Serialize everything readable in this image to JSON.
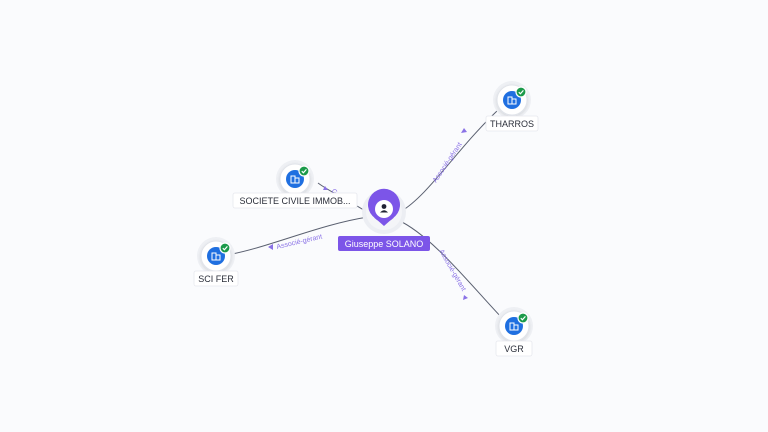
{
  "graph": {
    "center": {
      "name": "Giuseppe SOLANO",
      "icon": "person-icon",
      "color": "#7c55e8"
    },
    "companies": [
      {
        "id": "tharros",
        "name": "THARROS",
        "icon": "company-building-icon",
        "verified": true,
        "relation": "Associé-gérant"
      },
      {
        "id": "societe",
        "name": "SOCIETE CIVILE IMMOB...",
        "icon": "company-building-icon",
        "verified": true,
        "relation": "G"
      },
      {
        "id": "scifer",
        "name": "SCI FER",
        "icon": "company-building-icon",
        "verified": true,
        "relation": "Associé-gérant"
      },
      {
        "id": "vgr",
        "name": "VGR",
        "icon": "company-building-icon",
        "verified": true,
        "relation": "Associé-gérant"
      }
    ],
    "colors": {
      "company": "#1f6fe0",
      "verified": "#1b9a4a",
      "relation_label": "#8a72e6"
    }
  }
}
